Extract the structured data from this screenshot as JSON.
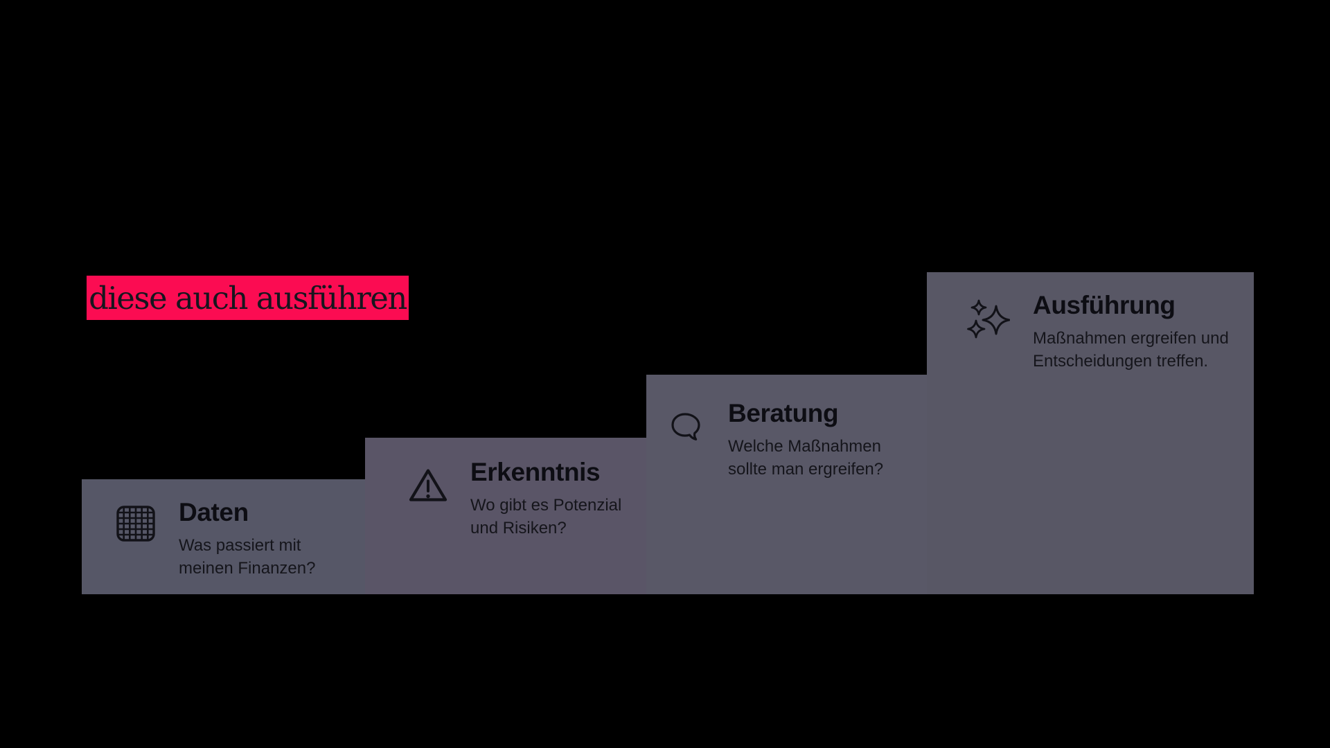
{
  "slide": {
    "background_color": "#000000",
    "highlight": {
      "text": "diese auch ausführen",
      "background_color": "#FB0C52",
      "text_color": "#16161E"
    },
    "steps": [
      {
        "title": "Daten",
        "icon": "grid-icon",
        "description": "Was passiert mit meinen Finanzen?",
        "description_lines": [
          "Was passiert mit",
          "meinen Finanzen?"
        ],
        "panel_color": "#565767"
      },
      {
        "title": "Erkenntnis",
        "icon": "warning-triangle-icon",
        "description": "Wo gibt es Potenzial und Risiken?",
        "description_lines": [
          "Wo gibt es Potenzial",
          "und Risiken?"
        ],
        "panel_color": "#5A5567"
      },
      {
        "title": "Beratung",
        "icon": "speech-bubble-icon",
        "description": "Welche Maßnahmen sollte man ergreifen?",
        "description_lines": [
          "Welche Maßnahmen",
          "sollte man ergreifen?"
        ],
        "panel_color": "#595867"
      },
      {
        "title": "Ausführung",
        "icon": "sparkles-icon",
        "description": "Maßnahmen ergreifen und Entscheidungen treffen.",
        "description_lines": [
          "Maßnahmen ergreifen und",
          "Entscheidungen treffen."
        ],
        "panel_color": "#585765"
      }
    ]
  }
}
